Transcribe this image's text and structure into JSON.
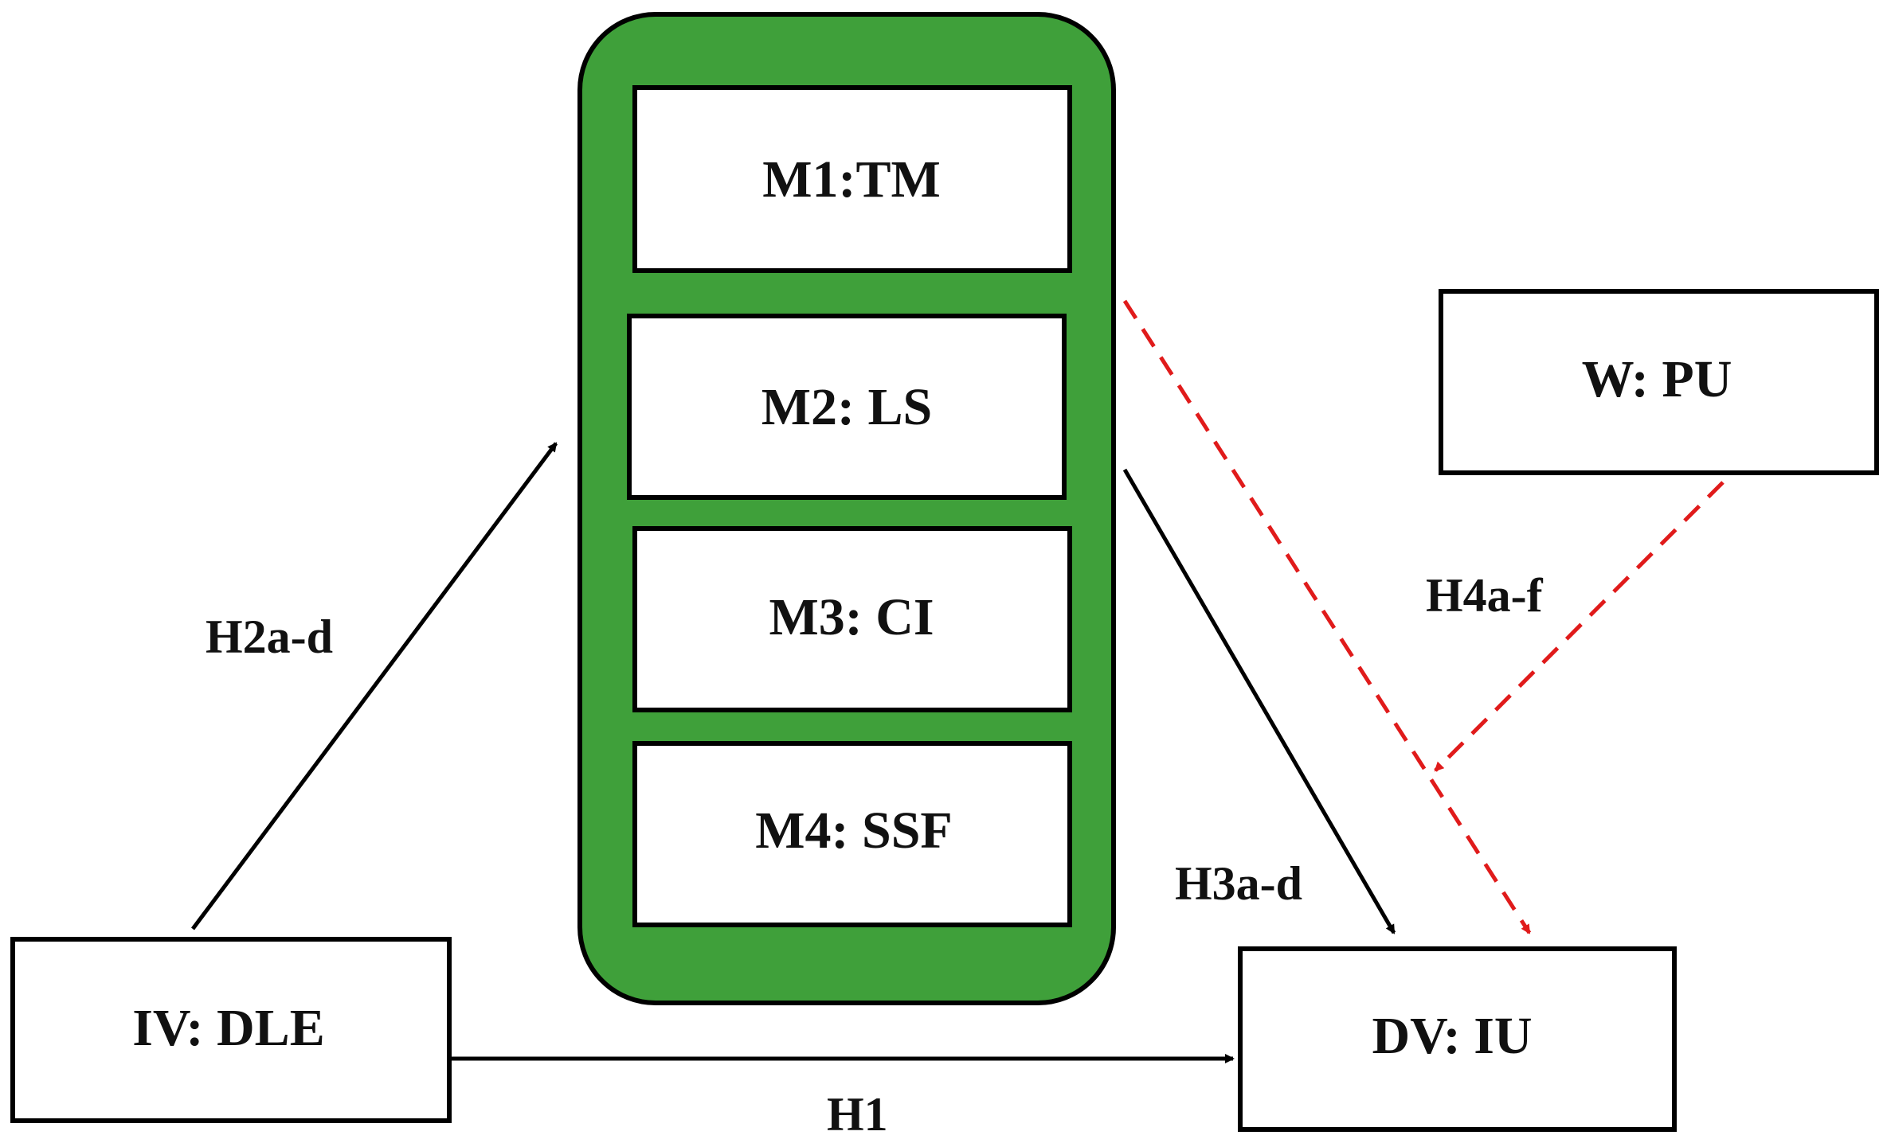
{
  "colors": {
    "mediator_group_fill": "#3fa03a",
    "box_fill": "#ffffff",
    "box_stroke": "#000000",
    "solid_path": "#000000",
    "moderation_path": "#e01b1b"
  },
  "nodes": {
    "iv": "IV: DLE",
    "dv": "DV: IU",
    "w": "W: PU",
    "m1": "M1:TM",
    "m2": "M2: LS",
    "m3": "M3: CI",
    "m4": "M4: SSF"
  },
  "edges": {
    "h1": "H1",
    "h2": "H2a-d",
    "h3": "H3a-d",
    "h4": "H4a-f"
  }
}
